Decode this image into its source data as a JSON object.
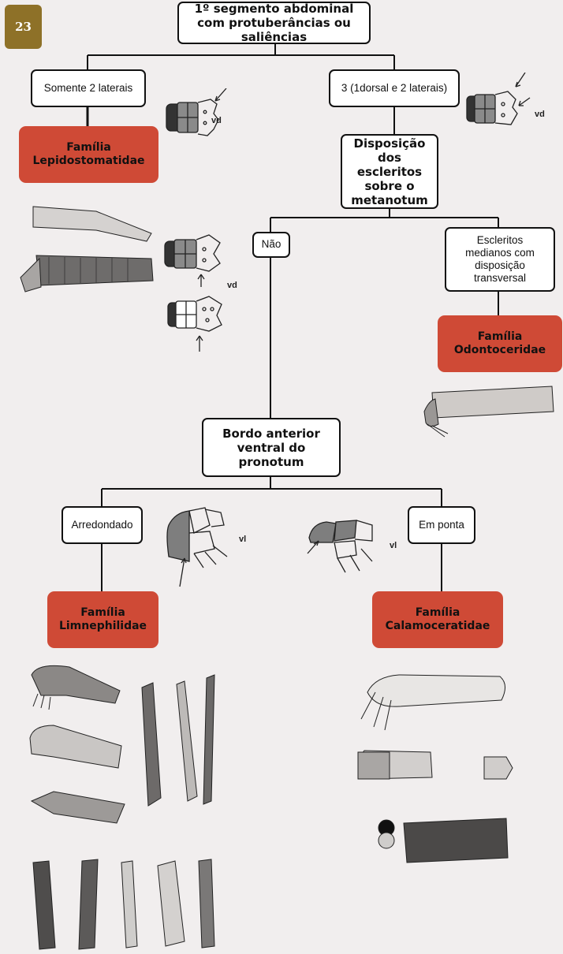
{
  "page_number": "23",
  "nodes": {
    "q1": "1º segmento abdominal com protuberâncias ou saliências",
    "opt_two_lateral": "Somente 2 laterais",
    "opt_three": "3 (1dorsal e 2 laterais)",
    "fam_lepidostomatidae": "Família Lepidostomatidae",
    "q2": "Disposição dos escleritos sobre o metanotum",
    "opt_nao": "Não",
    "opt_transversal": "Escleritos medianos com disposição transversal",
    "fam_odontoceridae": "Família Odontoceridae",
    "q3": "Bordo anterior ventral do pronotum",
    "opt_arredondado": "Arredondado",
    "opt_em_ponta": "Em ponta",
    "fam_limnephilidae": "Família Limnephilidae",
    "fam_calamoceratidae": "Família Calamoceratidae"
  },
  "view_labels": {
    "vd1": "vd",
    "vd2": "vd",
    "vd3": "vd",
    "vl1": "vl",
    "vl2": "vl"
  },
  "colors": {
    "family_box": "#cf4a36",
    "badge": "#8e7128",
    "background": "#f1eeee"
  }
}
